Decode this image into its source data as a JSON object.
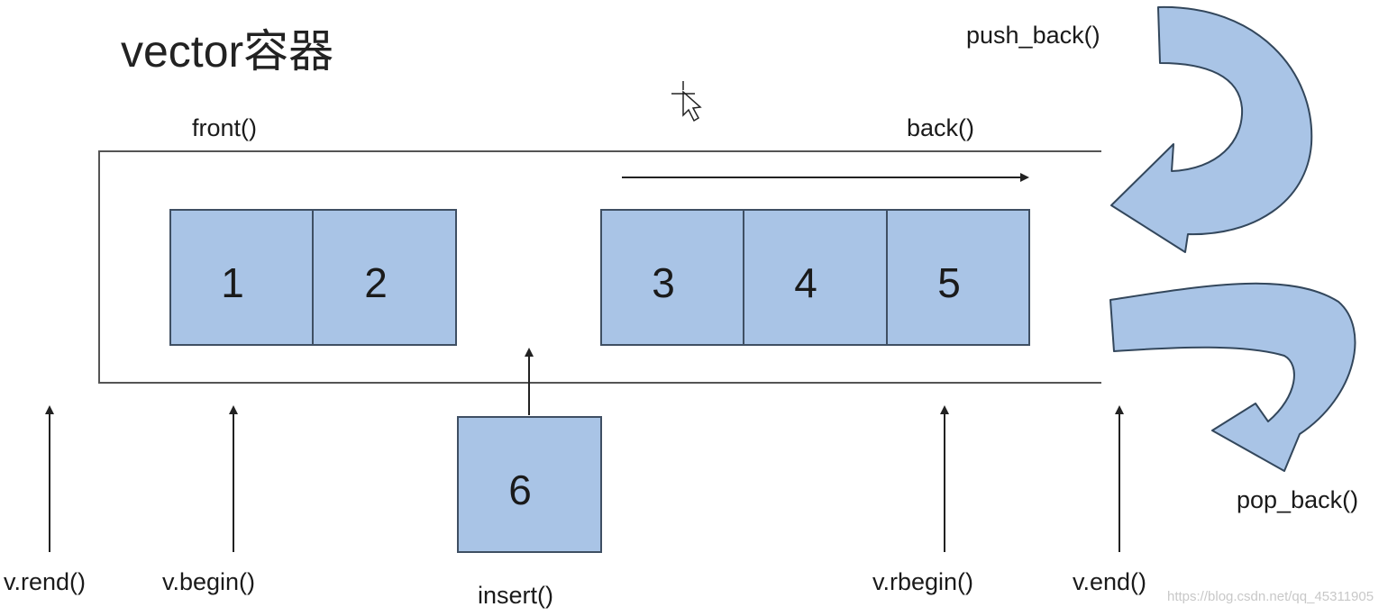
{
  "title": "vector容器",
  "labels": {
    "front": "front()",
    "back": "back()",
    "push_back": "push_back()",
    "pop_back": "pop_back()",
    "insert": "insert()",
    "rend": "v.rend()",
    "begin": "v.begin()",
    "rbegin": "v.rbegin()",
    "end": "v.end()"
  },
  "cells": [
    "1",
    "2",
    "3",
    "4",
    "5"
  ],
  "insert_value": "6",
  "watermark": "https://blog.csdn.net/qq_45311905",
  "colors": {
    "cell_fill": "#a9c4e6",
    "cell_stroke": "#3f4f63",
    "curve_arrow_fill": "#a9c4e6",
    "curve_arrow_stroke": "#33475c",
    "line": "#333333"
  }
}
